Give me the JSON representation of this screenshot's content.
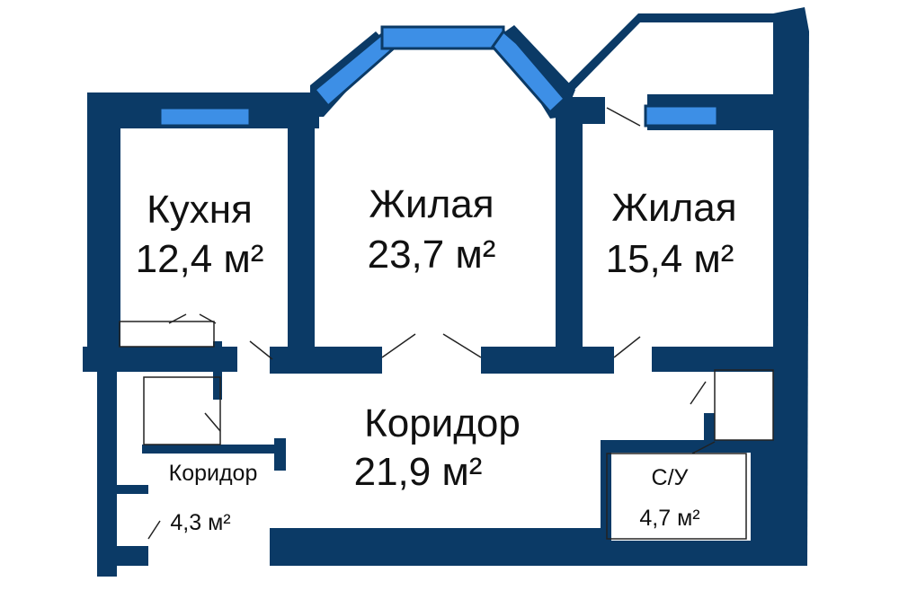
{
  "rooms": {
    "kitchen": {
      "name": "Кухня",
      "area": "12,4 м²"
    },
    "living_center": {
      "name": "Жилая",
      "area": "23,7 м²"
    },
    "living_right": {
      "name": "Жилая",
      "area": "15,4 м²"
    },
    "corridor_main": {
      "name": "Коридор",
      "area": "21,9 м²"
    },
    "corridor_small": {
      "name": "Коридор",
      "area": "4,3 м²"
    },
    "bathroom": {
      "name": "С/У",
      "area": "4,7 м²"
    }
  },
  "colors": {
    "wall": "#0b3a66",
    "window": "#3d8fe6",
    "background": "#ffffff"
  }
}
